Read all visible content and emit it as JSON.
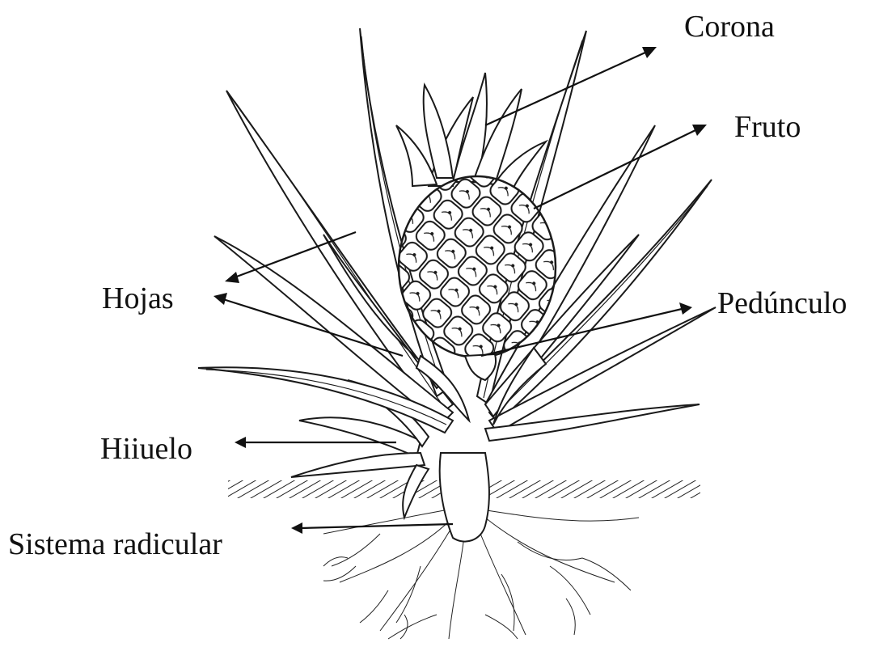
{
  "labels": {
    "corona": "Corona",
    "fruto": "Fruto",
    "hojas": "Hojas",
    "pedunculo": "Pedúnculo",
    "hijuelo": "Hiiuelo",
    "sistema_radicular": "Sistema radicular"
  },
  "colors": {
    "line": "#111111",
    "background": "#ffffff"
  }
}
